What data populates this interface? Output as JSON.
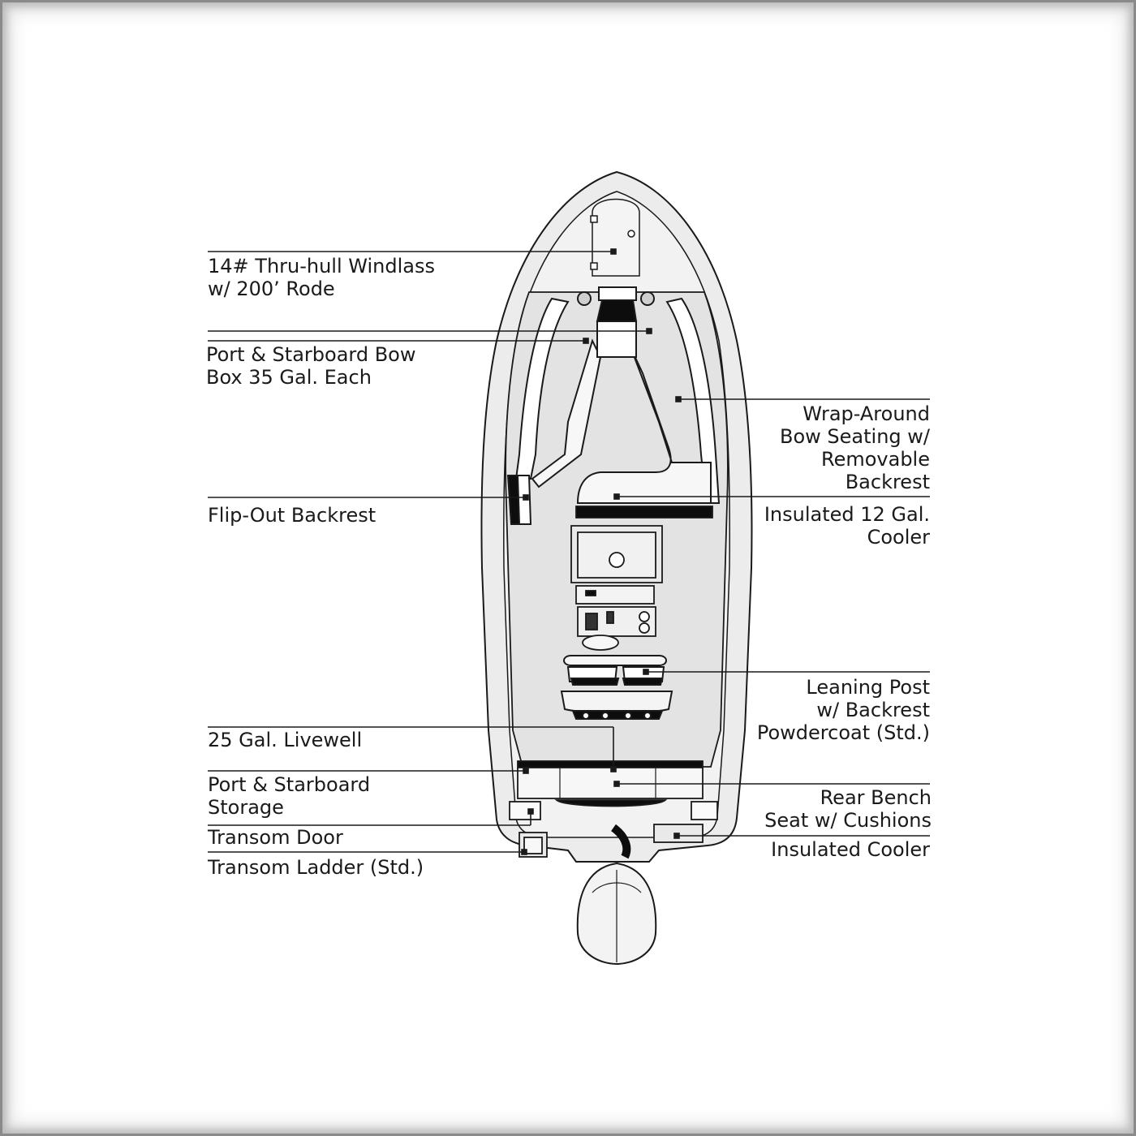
{
  "callouts": {
    "windlass": [
      "14# Thru-hull Windlass",
      "w/ 200’ Rode"
    ],
    "bow_box": [
      "Port & Starboard Bow",
      "Box 35 Gal. Each"
    ],
    "flip_out": [
      "Flip-Out Backrest"
    ],
    "livewell": [
      "25 Gal. Livewell"
    ],
    "storage": [
      "Port & Starboard",
      "Storage"
    ],
    "transom_door": [
      "Transom Door"
    ],
    "transom_ladder": [
      "Transom Ladder (Std.)"
    ],
    "bow_seating": [
      "Wrap-Around",
      "Bow Seating w/",
      "Removable",
      "Backrest"
    ],
    "cooler_12": [
      "Insulated 12 Gal.",
      "Cooler"
    ],
    "leaning_post": [
      "Leaning Post",
      "w/ Backrest",
      "Powdercoat (Std.)"
    ],
    "rear_bench": [
      "Rear Bench",
      "Seat w/ Cushions"
    ],
    "ins_cooler": [
      "Insulated Cooler"
    ]
  },
  "colors": {
    "hull_fill": "#ececec",
    "deck_fill": "#e3e3e3",
    "line": "#1a1a1a",
    "dark_fill": "#0d0d0d"
  }
}
